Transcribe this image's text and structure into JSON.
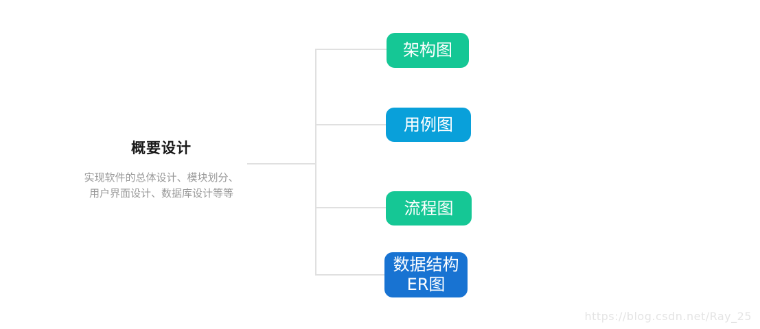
{
  "canvas": {
    "background": "#FFFFFF"
  },
  "root": {
    "title": "概要设计",
    "note_line1": "实现软件的总体设计、模块划分、",
    "note_line2": "用户界面设计、数据库设计等等"
  },
  "nodes": [
    {
      "label": "架构图",
      "color": "#15C795",
      "text_color": "#FFFFFF"
    },
    {
      "label": "用例图",
      "color": "#09A0DA",
      "text_color": "#FFFFFF"
    },
    {
      "label": "流程图",
      "color": "#15C795",
      "text_color": "#FFFFFF"
    },
    {
      "label": "数据结构\nER图",
      "color": "#1873D2",
      "text_color": "#FFFFFF"
    }
  ],
  "colors": {
    "connector": "#E0E0E0",
    "title_text": "#1B1B1B",
    "note_text": "#999999",
    "watermark_text": "#E4E4E4"
  },
  "watermark": "https://blog.csdn.net/Ray_25"
}
